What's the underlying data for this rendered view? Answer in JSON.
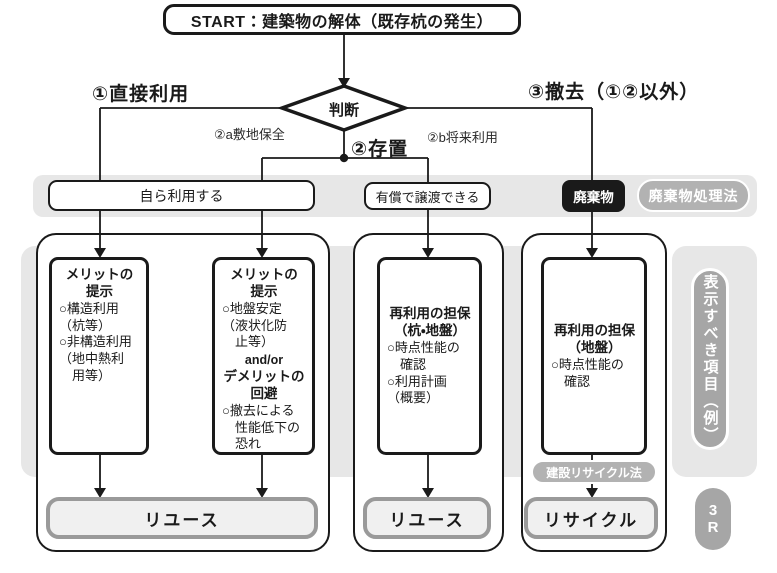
{
  "start_label": "START：建築物の解体（既存杭の発生）",
  "decision_label": "判断",
  "branches": {
    "direct": "①直接利用",
    "leave": "②存置",
    "leave_a": "②a敷地保全",
    "leave_b": "②b将来利用",
    "remove": "③撤去（①②以外）"
  },
  "band": {
    "self_use": "自ら利用する",
    "paid_transfer": "有償で譲渡できる",
    "waste": "廃棄物"
  },
  "pills": {
    "waste_law": "廃棄物処理法",
    "recycle_law": "建設リサイクル法"
  },
  "columns": {
    "box1": {
      "head": "メリットの\n提示",
      "body": "○構造利用\n（杭等）\n○非構造利用\n（地中熱利\n　用等）"
    },
    "box2": {
      "head": "メリットの\n提示",
      "body1": "○地盤安定\n（液状化防\n　止等）",
      "andor": "and/or",
      "head2": "デメリットの\n回避",
      "body2": "○撤去による\n　性能低下の\n　恐れ"
    },
    "box3": {
      "head": "再利用の担保\n（杭・地盤）",
      "body": "○時点性能の\n　確認\n○利用計画\n（概要）"
    },
    "box4": {
      "head": "再利用の担保\n（地盤）",
      "body": "○時点性能の\n　確認"
    }
  },
  "outputs": {
    "reuse1": "リユース",
    "reuse2": "リユース",
    "recycle": "リサイクル"
  },
  "side": {
    "label": "表示すべき項目（例）",
    "badge_3r": "3\nR"
  },
  "palette": {
    "line_black": "#1a1a1a",
    "gray_background": "#e7e7e7",
    "pill_gray": "#b2b2b2",
    "badge_gray": "#a6a6a6",
    "result_border": "#9a9a9a",
    "result_fill": "#f0f0f0",
    "waste_fill": "#1a1a1a"
  }
}
